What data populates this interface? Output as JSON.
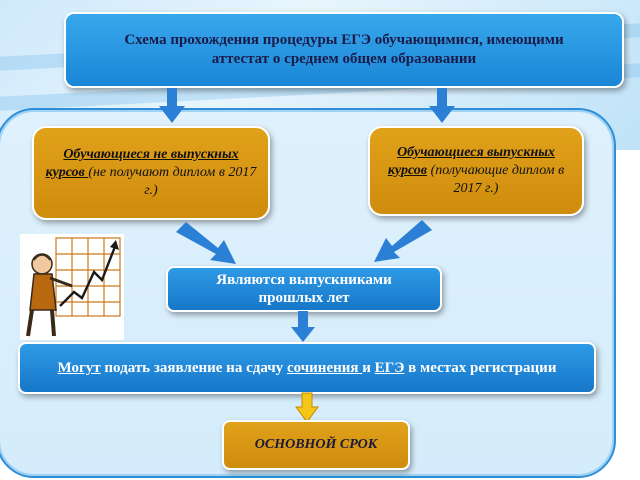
{
  "title": {
    "line1": "Схема прохождения процедуры ЕГЭ обучающимися, имеющими",
    "line2": "аттестат о среднем общем образовании"
  },
  "left_box": {
    "underlined": "Обучающиеся не выпускных курсов ",
    "rest": "(не получают диплом в 2017 г.)"
  },
  "right_box": {
    "underlined": "Обучающиеся выпускных курсов",
    "rest": " (получающие диплом  в 2017 г.)"
  },
  "middle_box": {
    "line1": "Являются выпускниками",
    "line2": "прошлых лет"
  },
  "wide_box": {
    "w1": "Могут",
    "w2": " подать заявление на сдачу ",
    "w3": "сочинения ",
    "w4": "и ",
    "w5": "ЕГЭ",
    "w6": " в местах регистрации"
  },
  "final_box": {
    "label": "ОСНОВНОЙ СРОК"
  },
  "colors": {
    "blue_box": "#1a86d6",
    "gold_box": "#d8960f",
    "panel_border": "#2f8ed6",
    "arrow_blue": "#2b7fd4",
    "arrow_yellow": "#f5c518"
  }
}
